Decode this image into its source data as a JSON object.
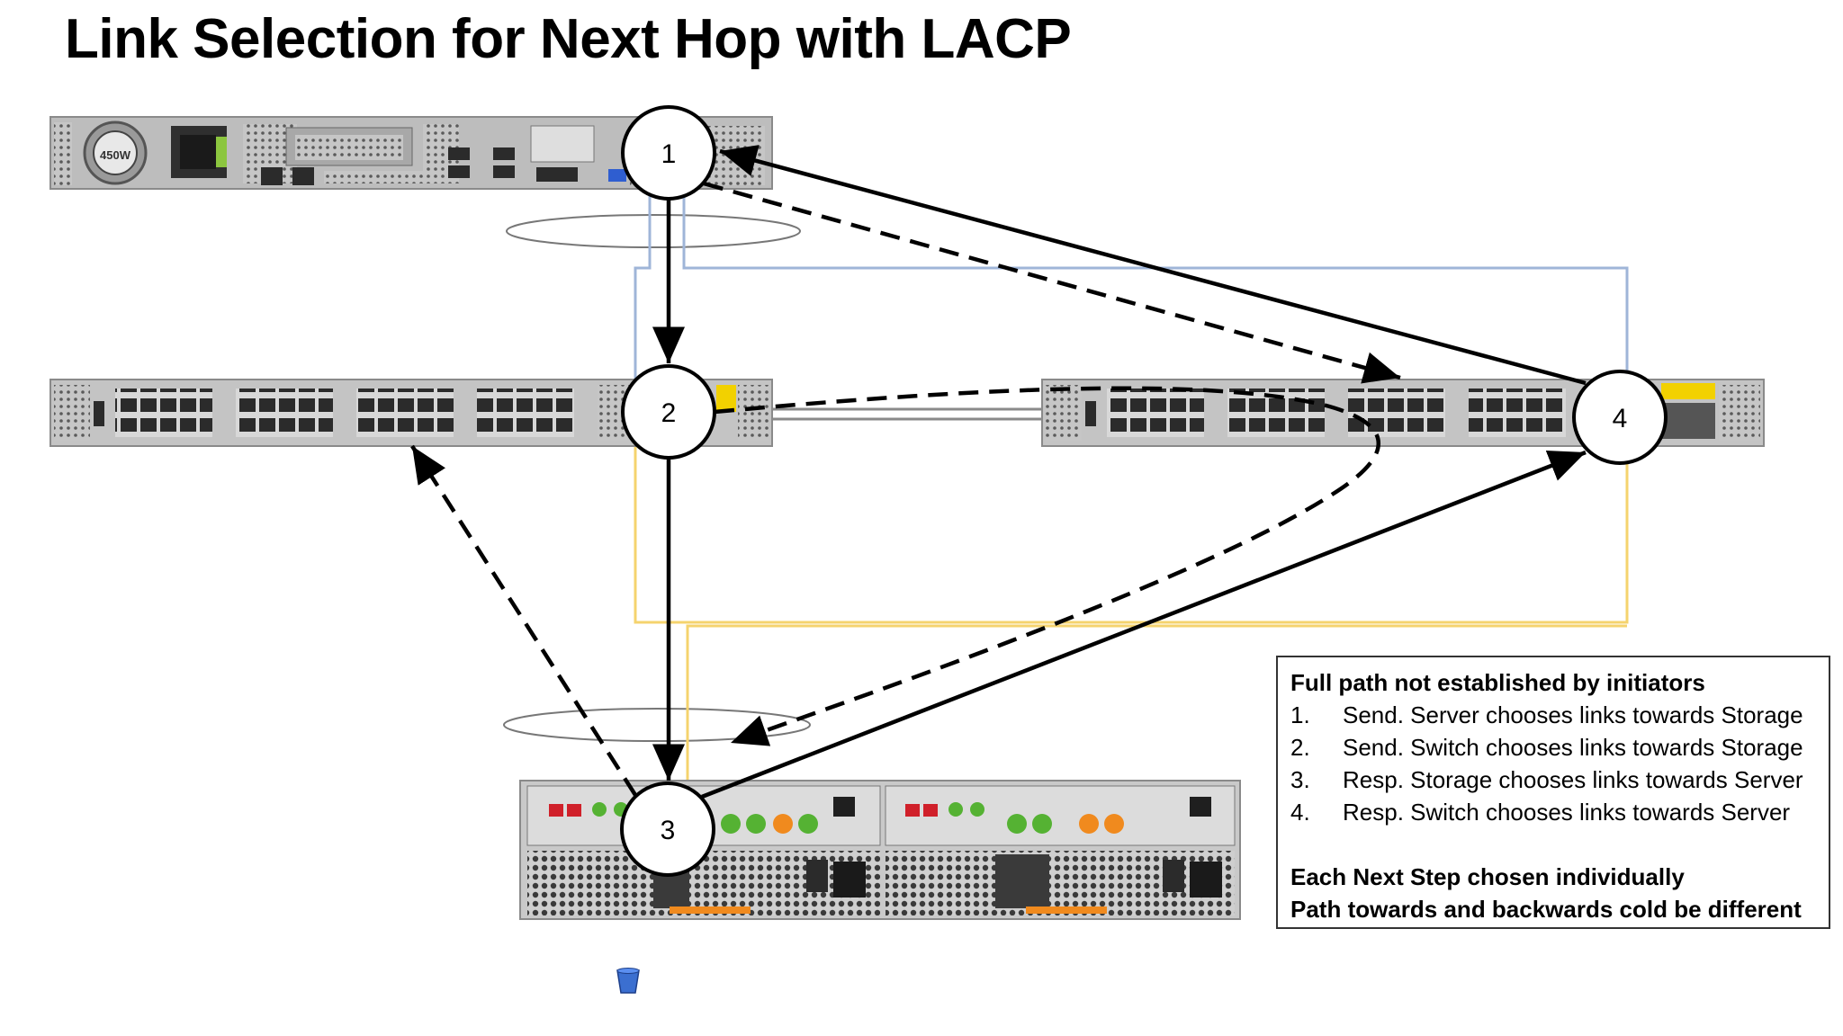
{
  "title": "Link Selection for Next Hop with LACP",
  "hardware": {
    "psu_label": "450W"
  },
  "nodes": [
    {
      "id": "node-1",
      "label": "1"
    },
    {
      "id": "node-2",
      "label": "2"
    },
    {
      "id": "node-3",
      "label": "3"
    },
    {
      "id": "node-4",
      "label": "4"
    }
  ],
  "legend": {
    "heading": "Full path not established by initiators",
    "steps": [
      {
        "num": "1.",
        "text": "Send. Server chooses links towards Storage"
      },
      {
        "num": "2.",
        "text": "Send. Switch chooses links towards Storage"
      },
      {
        "num": "3.",
        "text": "Resp. Storage chooses links towards Server"
      },
      {
        "num": "4.",
        "text": "Resp. Switch chooses links towards Server"
      }
    ],
    "footer_line1": "Each Next Step chosen individually",
    "footer_line2": "Path towards and backwards cold be different"
  },
  "colors": {
    "blue_cable": "#9fb5d8",
    "yellow_cable": "#f5d36e",
    "chassis": "#b8b8b8",
    "port": "#2b2b2b",
    "hd_red": "#d0202a",
    "led_green": "#55b233",
    "led_orange": "#f08a1e"
  }
}
